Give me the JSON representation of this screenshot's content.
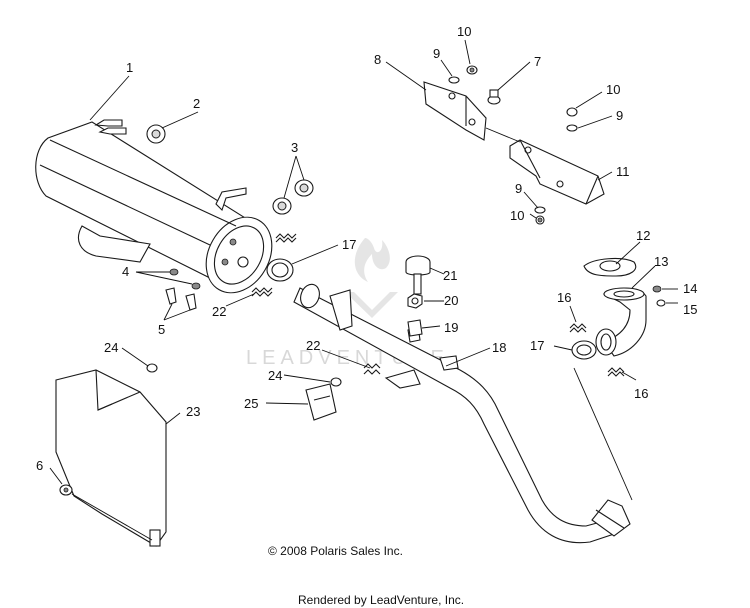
{
  "callouts": [
    "1",
    "2",
    "3",
    "4",
    "5",
    "6",
    "7",
    "8",
    "9",
    "9",
    "9",
    "10",
    "10",
    "10",
    "11",
    "12",
    "13",
    "14",
    "15",
    "16",
    "16",
    "17",
    "17",
    "18",
    "19",
    "20",
    "21",
    "22",
    "22",
    "23",
    "24",
    "24",
    "25"
  ],
  "copyright": "© 2008 Polaris Sales Inc.",
  "watermark": "LEADVENTURE",
  "footer": "Rendered by LeadVenture, Inc.",
  "colors": {
    "line": "#1a1a1a",
    "background": "#ffffff",
    "watermark": "#cfcfcf"
  }
}
